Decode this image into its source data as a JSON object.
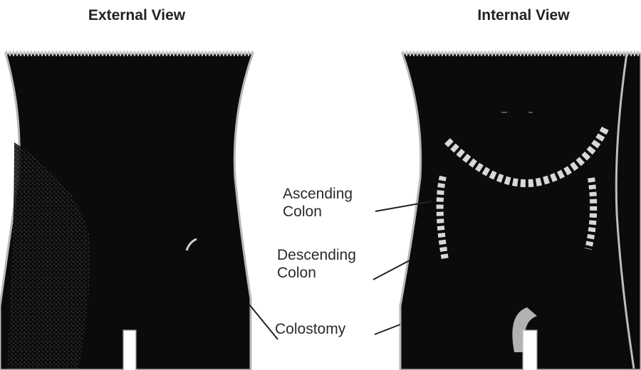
{
  "views": {
    "external_title": "External View",
    "internal_title": "Internal View"
  },
  "labels": {
    "ascending_line1": "Ascending",
    "ascending_line2": "Colon",
    "descending_line1": "Descending",
    "descending_line2": "Colon",
    "colostomy": "Colostomy"
  },
  "colors": {
    "torso": "#0b0b0b",
    "skin_edge": "#b8b8b8",
    "colon": "#d8d8d8",
    "background": "#ffffff",
    "leader_line": "#222222"
  }
}
